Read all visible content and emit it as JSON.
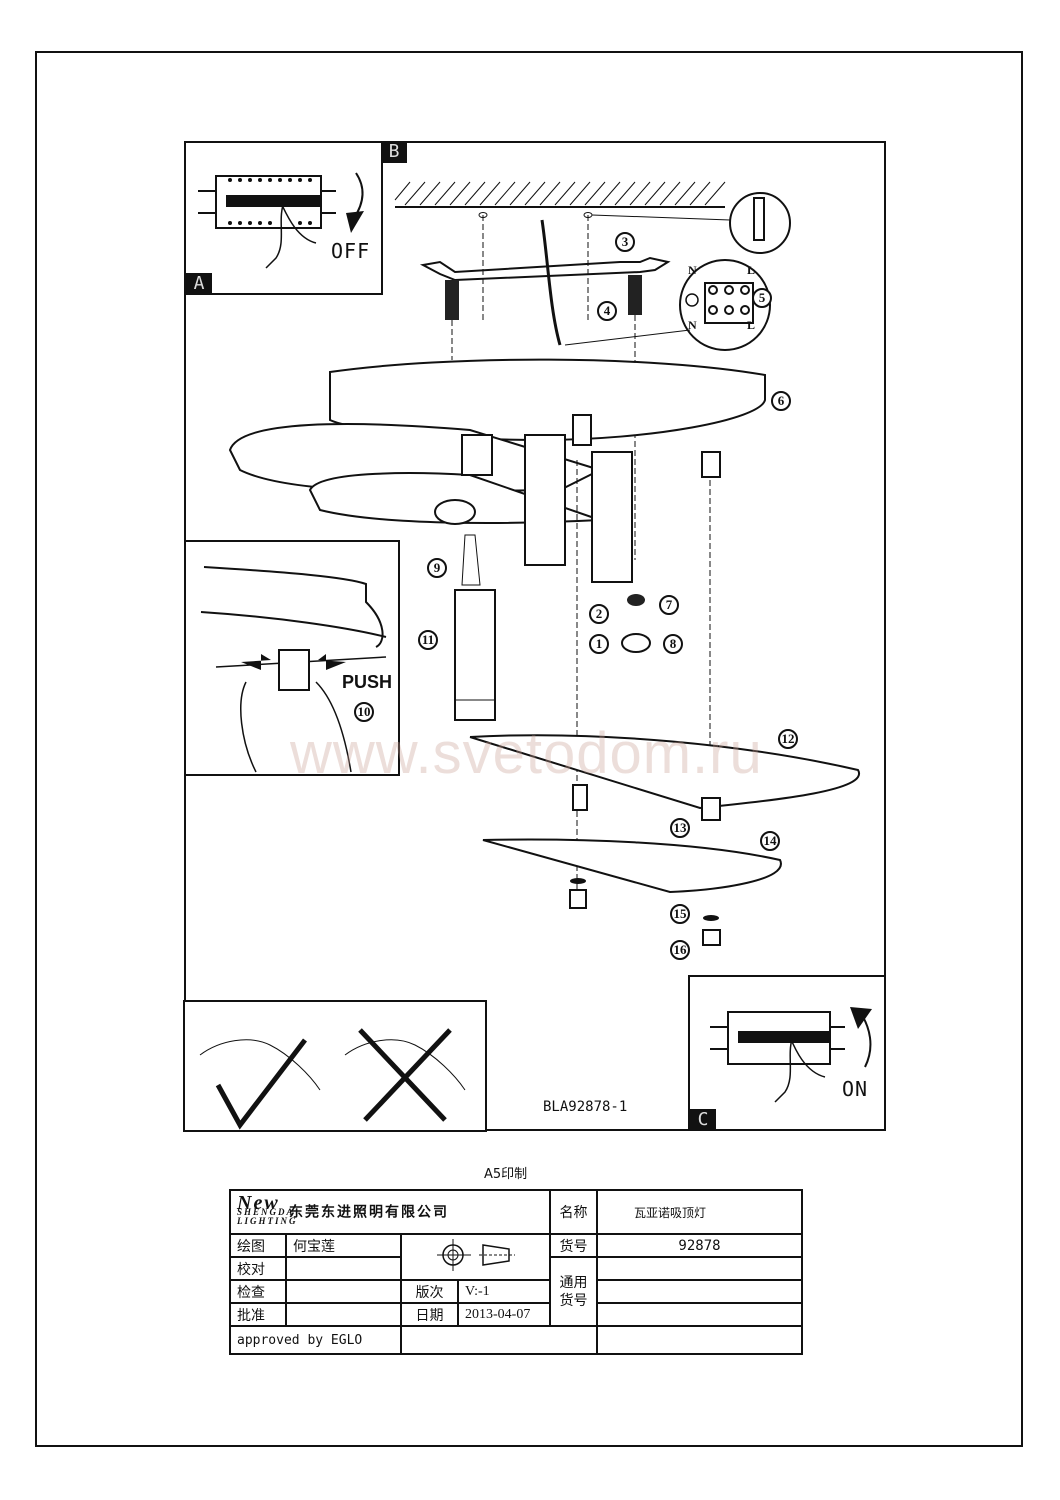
{
  "document": {
    "code": "BLA92878-1",
    "print_note": "A5印制",
    "watermark": "www.svetodom.ru"
  },
  "steps": {
    "A": "A",
    "B": "B",
    "C": "C",
    "off_label": "OFF",
    "on_label": "ON",
    "push_label": "PUSH",
    "numbers": [
      "1",
      "2",
      "3",
      "4",
      "5",
      "6",
      "7",
      "8",
      "9",
      "10",
      "11",
      "12",
      "13",
      "14",
      "15",
      "16"
    ]
  },
  "wiring": {
    "neutral_top": "N",
    "live_top": "L",
    "neutral_bottom": "N",
    "live_bottom": "L",
    "ground_symbol": "⏚"
  },
  "bulb_handling": {
    "correct_icon": "checkmark-icon",
    "wrong_icon": "cross-icon"
  },
  "title_block": {
    "logo_top": "New",
    "logo_sub1": "SHENGDA",
    "logo_sub2": "LIGHTING",
    "company": "东莞东进照明有限公司",
    "name_label": "名称",
    "name_value": "瓦亚诺吸顶灯",
    "drawn_label": "绘图",
    "drawn_value": "何宝莲",
    "checked_label": "校对",
    "checked_value": "",
    "inspected_label": "检查",
    "inspected_value": "",
    "approved_label": "批准",
    "approved_value": "",
    "item_no_label": "货号",
    "item_no_value": "92878",
    "common_item_label": "通用货号",
    "version_label": "版次",
    "version_value": "V:-1",
    "date_label": "日期",
    "date_value": "2013-04-07",
    "approved_by": "approved by EGLO",
    "projection_symbol": "first-angle-projection-icon"
  }
}
